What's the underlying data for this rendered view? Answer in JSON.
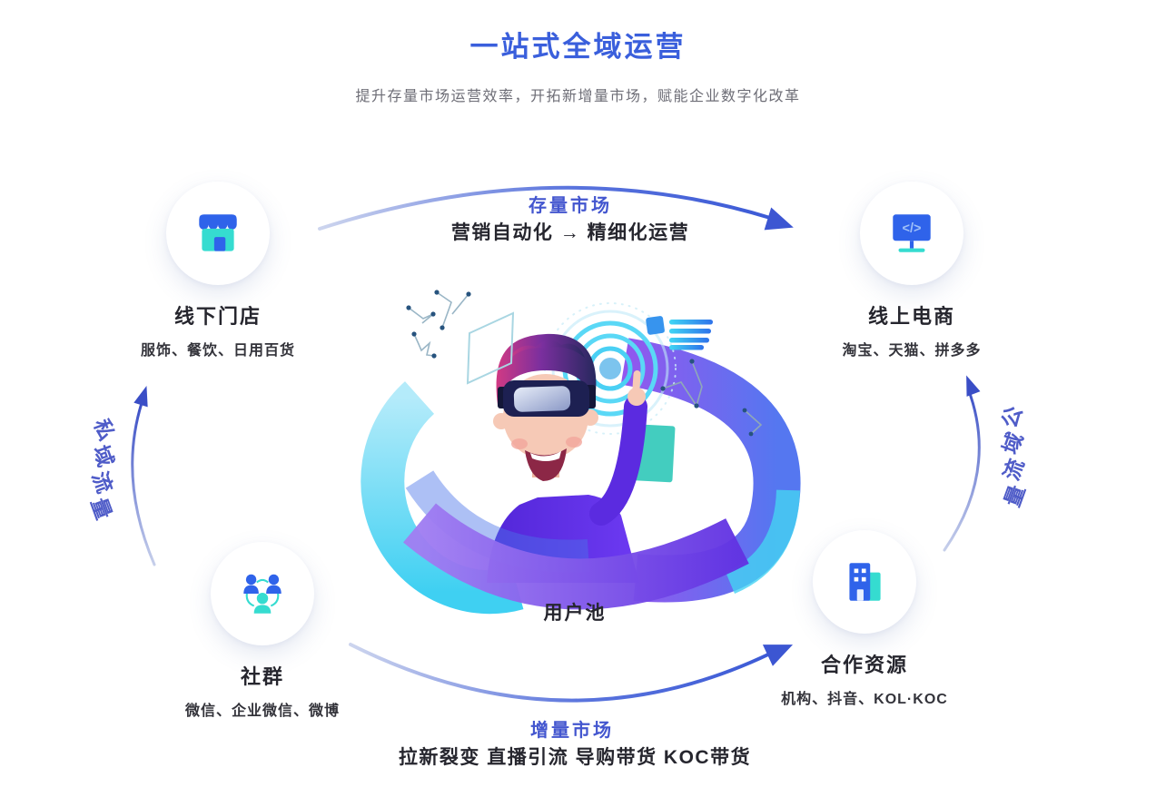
{
  "header": {
    "title": "一站式全域运营",
    "subtitle": "提升存量市场运营效率，开拓新增量市场，赋能企业数字化改革"
  },
  "center": {
    "label": "用户池",
    "icon": "vr-user-illustration"
  },
  "nodes": {
    "offline_store": {
      "label": "线下门店",
      "sub": "服饰、餐饮、日用百货",
      "icon": "storefront-icon"
    },
    "online_ecommerce": {
      "label": "线上电商",
      "sub": "淘宝、天猫、拼多多",
      "icon": "code-monitor-icon"
    },
    "community": {
      "label": "社群",
      "sub": "微信、企业微信、微博",
      "icon": "people-network-icon"
    },
    "partner_resources": {
      "label": "合作资源",
      "sub": "机构、抖音、KOL·KOC",
      "icon": "buildings-icon"
    }
  },
  "flows": {
    "top": {
      "tag": "存量市场",
      "desc": "营销自动化 → 精细化运营"
    },
    "bottom": {
      "tag": "增量市场",
      "desc": "拉新裂变 直播引流 导购带货 KOC带货"
    },
    "left": {
      "tag": "私域流量"
    },
    "right": {
      "tag": "公域流量"
    }
  },
  "colors": {
    "title_blue": "#3a5fdc",
    "flow_tag_blue": "#4356cf",
    "dark_text": "#26262e",
    "subtitle_gray": "#6d6d76",
    "arrow_blue": "#3c5ad6",
    "icon_blue": "#2f63ea",
    "icon_teal": "#35dcd0",
    "ring_cyan": "#5ad8f6",
    "shirt_purple": "#5c2ee2"
  }
}
